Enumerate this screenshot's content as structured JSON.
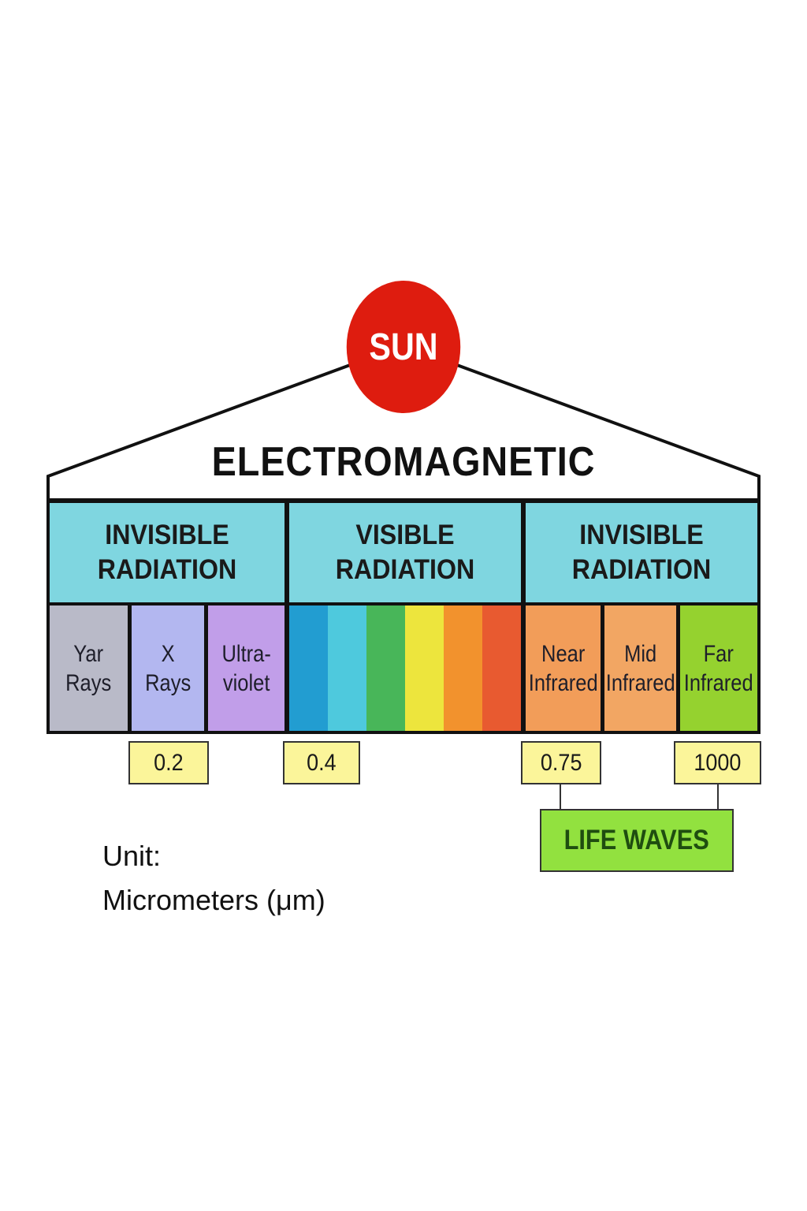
{
  "diagram": {
    "sun_label": "SUN",
    "title": "ELECTROMAGNETIC",
    "categories": [
      {
        "label": "INVISIBLE RADIATION",
        "color": "#7fd6e0"
      },
      {
        "label": "VISIBLE RADIATION",
        "color": "#7fd6e0"
      },
      {
        "label": "INVISIBLE RADIATION",
        "color": "#7fd6e0"
      }
    ],
    "bands": [
      {
        "label": "Yar\nRays",
        "color": "#b9bac8"
      },
      {
        "label": "X\nRays",
        "color": "#b3b7f0"
      },
      {
        "label": "Ultra-\nviolet",
        "color": "#c19ee9"
      },
      {
        "label": "Near\nInfrared",
        "color": "#f29d59"
      },
      {
        "label": "Mid\nInfrared",
        "color": "#f2a663"
      },
      {
        "label": "Far\nInfrared",
        "color": "#95d22f"
      }
    ],
    "visible_spectrum_colors": [
      "#229dd1",
      "#4ec9dd",
      "#48b659",
      "#ede53d",
      "#f2922d",
      "#e85a30"
    ],
    "ticks": [
      "0.2",
      "0.4",
      "0.75",
      "1000"
    ],
    "life_waves": "LIFE WAVES",
    "unit_label": "Unit:",
    "unit_value": "Micrometers (μm)"
  },
  "colors": {
    "sun": "#de1c0f",
    "category_fill": "#7fd6e0",
    "tick_fill": "#fbf59a",
    "life_waves_fill": "#92e13f",
    "life_waves_text": "#1f4d10"
  }
}
